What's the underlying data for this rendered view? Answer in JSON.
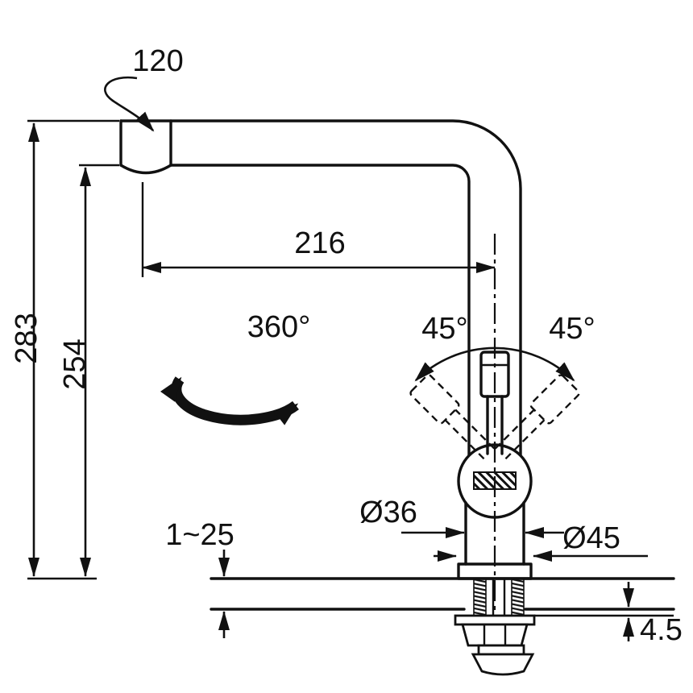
{
  "colors": {
    "ink": "#111111",
    "paper": "#ffffff"
  },
  "drawing": {
    "kind": "faucet-installation-technical-drawing",
    "labels": {
      "spout_end_rotation": "120",
      "overall_height": "283",
      "outlet_height": "254",
      "spout_reach": "216",
      "body_swivel": "360°",
      "lever_angle_left": "45°",
      "lever_angle_right": "45°",
      "body_diameter": "Ø36",
      "flange_diameter": "Ø45",
      "deck_thickness_range": "1~25",
      "plate_thickness": "4.5"
    }
  }
}
